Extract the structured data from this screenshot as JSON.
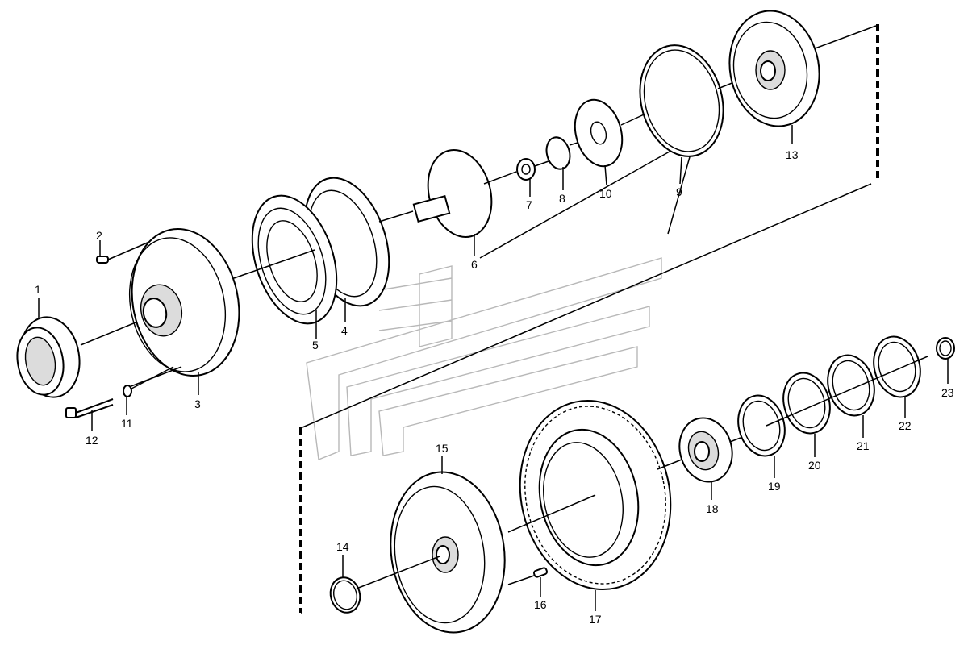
{
  "diagram": {
    "labels": {
      "p1": "1",
      "p2": "2",
      "p3": "3",
      "p4": "4",
      "p5": "5",
      "p6": "6",
      "p7": "7",
      "p8": "8",
      "p9": "9",
      "p10": "10",
      "p11": "11",
      "p12": "12",
      "p13": "13",
      "p14": "14",
      "p15": "15",
      "p16": "16",
      "p17": "17",
      "p18": "18",
      "p19": "19",
      "p20": "20",
      "p21": "21",
      "p22": "22",
      "p23": "23"
    }
  },
  "colors": {
    "line": "#000000",
    "background": "#ffffff",
    "watermark": "#b8b8b8"
  }
}
